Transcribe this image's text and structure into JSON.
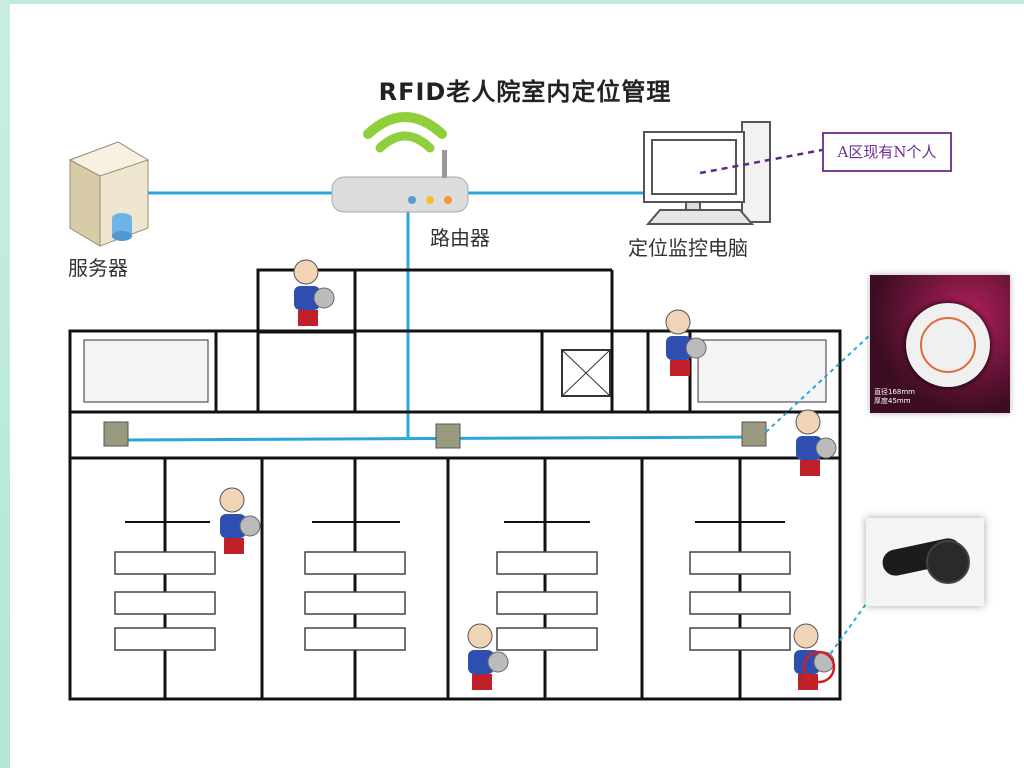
{
  "title": "RFID老人院室内定位管理",
  "labels": {
    "server": "服务器",
    "router": "路由器",
    "monitor_pc": "定位监控电脑"
  },
  "callout": "A区现有N个人",
  "reader_photo": {
    "line1": "直径168mm",
    "line2": "厚度45mm"
  },
  "colors": {
    "network_line": "#2aa7d6",
    "callout_border": "#7b3f9b",
    "dotted_line": "#5a2a8a",
    "highlight_circle": "#d21f1f",
    "elder_shirt": "#2f4fb0",
    "elder_pants": "#c0202a"
  },
  "icons": [
    "server-icon",
    "router-icon",
    "wifi-icon",
    "computer-icon",
    "reader-icon",
    "elder-icon",
    "rfid-reader-photo",
    "wristband-photo"
  ]
}
